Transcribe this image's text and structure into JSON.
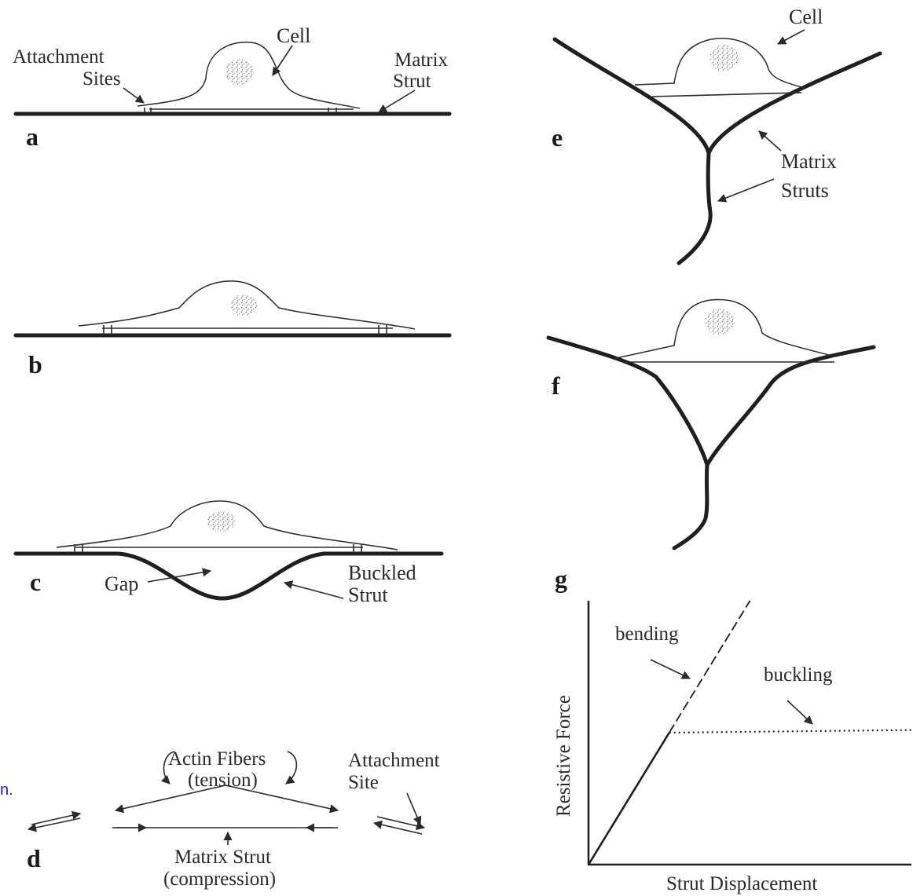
{
  "panels": {
    "a": {
      "letter": "a",
      "cell_label": "Cell",
      "attachment_line1": "Attachment",
      "attachment_line2": "Sites",
      "matrix_line1": "Matrix",
      "matrix_line2": "Strut"
    },
    "b": {
      "letter": "b"
    },
    "c": {
      "letter": "c",
      "gap_label": "Gap",
      "buckled_line1": "Buckled",
      "buckled_line2": "Strut"
    },
    "d": {
      "letter": "d",
      "actin_line1": "Actin Fibers",
      "actin_line2": "(tension)",
      "attachment_line1": "Attachment",
      "attachment_line2": "Site",
      "strut_line1": "Matrix Strut",
      "strut_line2": "(compression)"
    },
    "e": {
      "letter": "e",
      "cell_label": "Cell",
      "struts_line1": "Matrix",
      "struts_line2": "Struts"
    },
    "f": {
      "letter": "f"
    },
    "g": {
      "letter": "g",
      "ylabel": "Resistive Force",
      "xlabel": "Strut Displacement",
      "bending_label": "bending",
      "buckling_label": "buckling"
    }
  },
  "side_link_text": "n.",
  "chart_data": {
    "type": "line",
    "title": "",
    "xlabel": "Strut Displacement",
    "ylabel": "Resistive Force",
    "ticks": "none",
    "series": [
      {
        "name": "bending",
        "style": "dashed",
        "x": [
          0,
          0.25,
          0.5
        ],
        "y": [
          0,
          0.5,
          1.0
        ]
      },
      {
        "name": "buckling",
        "style": "dotted",
        "x": [
          0.25,
          1.0
        ],
        "y": [
          0.5,
          0.51
        ]
      }
    ],
    "shared_segment": {
      "style": "solid",
      "x": [
        0,
        0.25
      ],
      "y": [
        0,
        0.5
      ]
    },
    "xlim": [
      0,
      1
    ],
    "ylim": [
      0,
      1
    ]
  }
}
